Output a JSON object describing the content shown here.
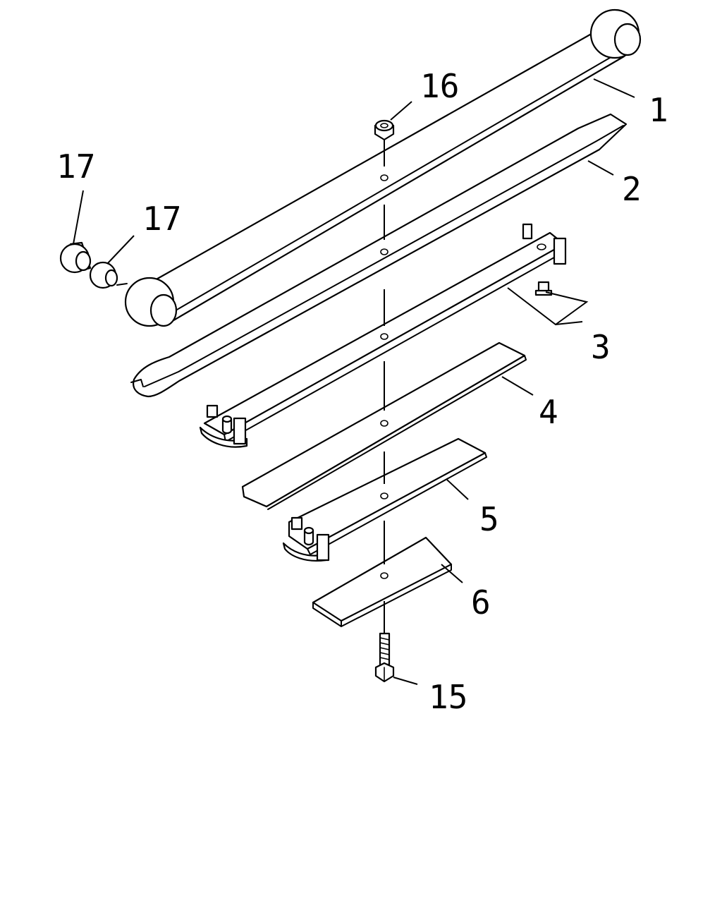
{
  "callouts": {
    "p1": "1",
    "p2": "2",
    "p3": "3",
    "p4": "4",
    "p5": "5",
    "p6": "6",
    "p15": "15",
    "p16": "16",
    "p17a": "17",
    "p17b": "17"
  }
}
